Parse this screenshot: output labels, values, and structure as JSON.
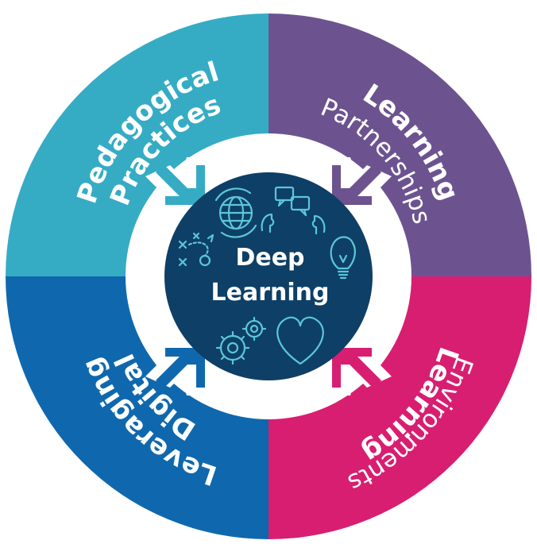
{
  "center": {
    "line1": "Deep",
    "line2": "Learning"
  },
  "quadrants": [
    {
      "id": "pedagogical",
      "line1": "Pedagogical",
      "line2": "Practices",
      "color": "#35acc4"
    },
    {
      "id": "partnerships",
      "line1": "Learning",
      "line2": "Partnerships",
      "color": "#6c5390"
    },
    {
      "id": "environments",
      "line1": "Learning",
      "line2": "Environments",
      "color": "#d81e71"
    },
    {
      "id": "digital",
      "line1": "Leveraging",
      "line2": "Digital",
      "color": "#0f68ad"
    }
  ],
  "colors": {
    "center_disc": "#0e3f66",
    "icon_stroke": "#5bc7d6",
    "background": "#ffffff"
  },
  "icons": [
    "globe-icon",
    "speech-bubbles-icon",
    "lightbulb-icon",
    "heart-icon",
    "gears-icon",
    "play-diagram-icon"
  ]
}
